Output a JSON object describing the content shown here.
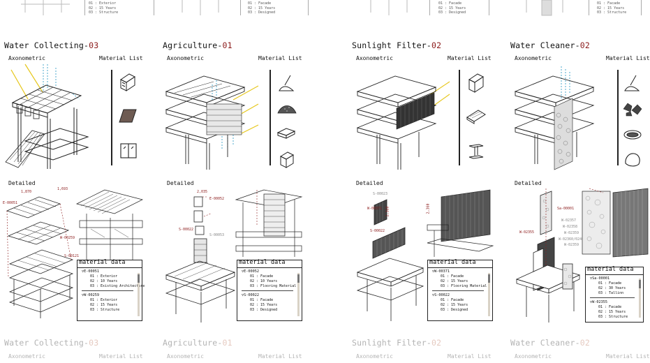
{
  "top_partial": [
    {
      "rows": [
        "01 : Exterior",
        "02 : 15 Years",
        "03 : Structure"
      ]
    },
    {
      "rows": [
        "01 : Facade",
        "02 : 15 Years",
        "03 : Designed"
      ]
    },
    {
      "rows": [
        "01 : Facade",
        "02 : 15 Years",
        "03 : Designed"
      ]
    },
    {
      "rows": [
        "01 : Facade",
        "02 : 15 Years",
        "03 : Structure"
      ]
    }
  ],
  "panels": [
    {
      "title_name": "Water Collecting-",
      "title_num": "03",
      "axonometric_label": "Axonometric",
      "material_list_label": "Material List",
      "detailed_label": "Detailed",
      "dim_labels": [
        "1,870",
        "1,693",
        "E-00051",
        "W-00259",
        "S-00121"
      ],
      "material_data": {
        "title": "material data",
        "groups": [
          {
            "code": "▽E-00051",
            "rows": [
              "01 : Exterior",
              "02 : 10 Years",
              "03 : Existing Architecture"
            ]
          },
          {
            "code": "▽W-00259",
            "rows": [
              "01 : Exterior",
              "02 : 15 Years",
              "03 : Structure"
            ]
          }
        ]
      }
    },
    {
      "title_name": "Agriculture-",
      "title_num": "01",
      "axonometric_label": "Axonometric",
      "material_list_label": "Material List",
      "detailed_label": "Detailed",
      "dim_labels": [
        "2,035",
        "E-00052",
        "S-00022",
        "S-00053"
      ],
      "material_data": {
        "title": "material data",
        "groups": [
          {
            "code": "▽E-00052",
            "rows": [
              "01 : Facade",
              "02 : 10 Years",
              "03 : Flooring Material"
            ]
          },
          {
            "code": "▽S-00022",
            "rows": [
              "01 : Facade",
              "02 : 15 Years",
              "03 : Designed"
            ]
          }
        ]
      }
    },
    {
      "title_name": "Sunlight Filter-",
      "title_num": "02",
      "axonometric_label": "Axonometric",
      "material_list_label": "Material List",
      "detailed_label": "Detailed",
      "dim_labels": [
        "S-00023",
        "W-00371",
        "2,360",
        "2,360",
        "S-00022"
      ],
      "material_data": {
        "title": "material data",
        "groups": [
          {
            "code": "▽W-00371",
            "rows": [
              "01 : Facade",
              "02 : 15 Years",
              "03 : Flooring Material"
            ]
          },
          {
            "code": "▽S-00022",
            "rows": [
              "01 : Facade",
              "02 : 15 Years",
              "03 : Designed"
            ]
          }
        ]
      }
    },
    {
      "title_name": "Water Cleaner-",
      "title_num": "02",
      "axonometric_label": "Axonometric",
      "material_list_label": "Material List",
      "detailed_label": "Detailed",
      "dim_labels": [
        "Sa-00001",
        "W-02355",
        "W-02357",
        "W-02358",
        "W-02359",
        "W-02360/02400",
        "W-02359"
      ],
      "material_data": {
        "title": "material data",
        "groups": [
          {
            "code": "▽Sa-00001",
            "rows": [
              "01 : Facade",
              "02 : 30 Years",
              "03 : Tallinn"
            ]
          },
          {
            "code": "▽W-02355",
            "rows": [
              "01 : Facade",
              "02 : 15 Years",
              "03 : Structure"
            ]
          }
        ]
      }
    }
  ],
  "bottom_titles": [
    {
      "name": "Water Collecting-",
      "num": "03",
      "axo": "Axonometric",
      "ml": "Material List"
    },
    {
      "name": "Agriculture-",
      "num": "01",
      "axo": "Axonometric",
      "ml": "Material List"
    },
    {
      "name": "Sunlight Filter-",
      "num": "02",
      "axo": "Axonometric",
      "ml": "Material List"
    },
    {
      "name": "Water Cleaner-",
      "num": "02",
      "axo": "Axonometric",
      "ml": "Material List"
    }
  ],
  "colors": {
    "accent_red": "#8b1a1a",
    "sun_yellow": "#e6c619",
    "water_blue": "#3aa0c8",
    "scroll_track": "#d9d2c6"
  },
  "icons": {
    "panel1": [
      "timber-beam-icon",
      "clay-tile-icon",
      "glass-window-icon"
    ],
    "panel2": [
      "shovel-soil-icon",
      "soil-pile-icon",
      "brick-icon",
      "timber-beam-icon"
    ],
    "panel3": [
      "timber-beam-icon",
      "wood-plank-icon",
      "steel-ibeam-icon"
    ],
    "panel4": [
      "shovel-soil-icon",
      "stones-icon",
      "gravel-bowl-icon",
      "rock-icon"
    ]
  }
}
